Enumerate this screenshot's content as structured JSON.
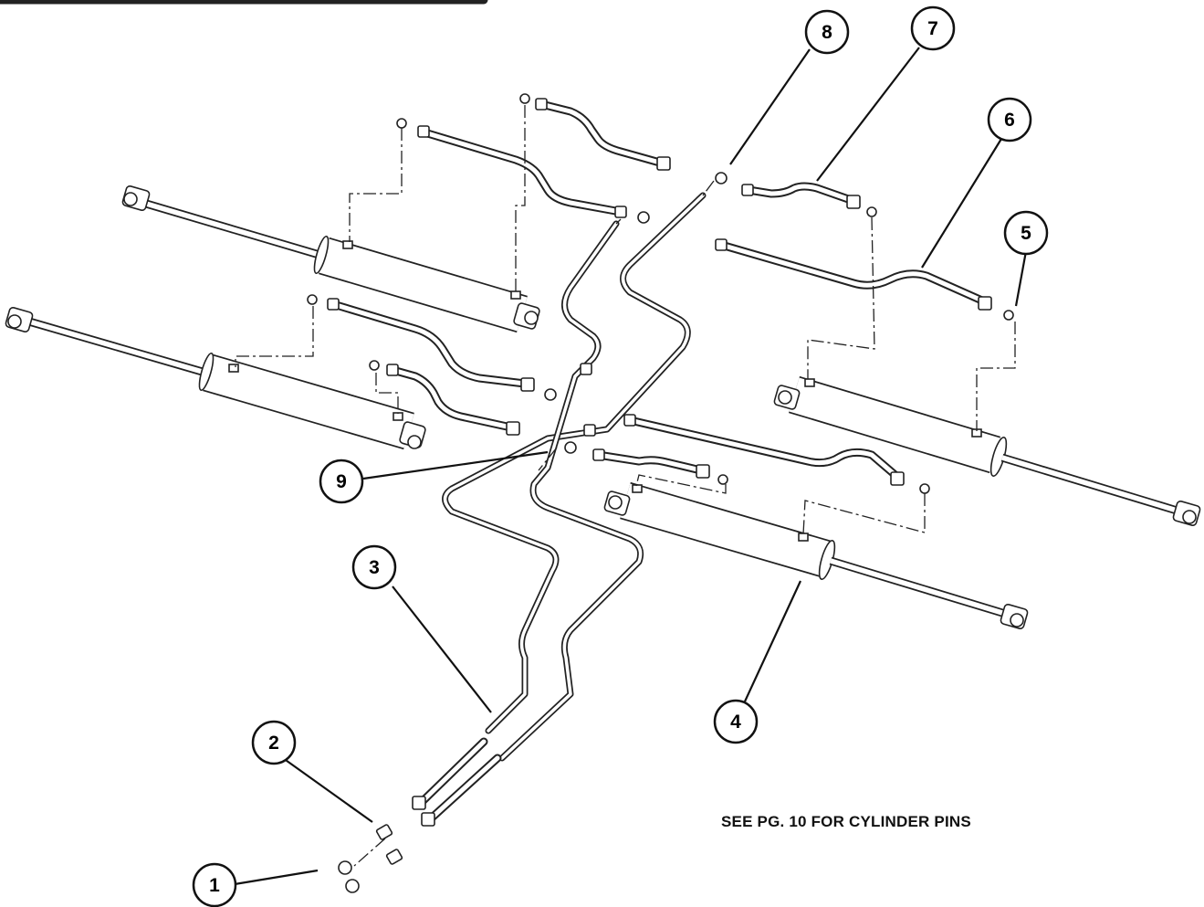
{
  "callouts": [
    {
      "id": "callout-1",
      "label": "1"
    },
    {
      "id": "callout-2",
      "label": "2"
    },
    {
      "id": "callout-3",
      "label": "3"
    },
    {
      "id": "callout-4",
      "label": "4"
    },
    {
      "id": "callout-5",
      "label": "5"
    },
    {
      "id": "callout-6",
      "label": "6"
    },
    {
      "id": "callout-7",
      "label": "7"
    },
    {
      "id": "callout-8",
      "label": "8"
    },
    {
      "id": "callout-9",
      "label": "9"
    }
  ],
  "note": "SEE PG. 10 FOR CYLINDER PINS"
}
